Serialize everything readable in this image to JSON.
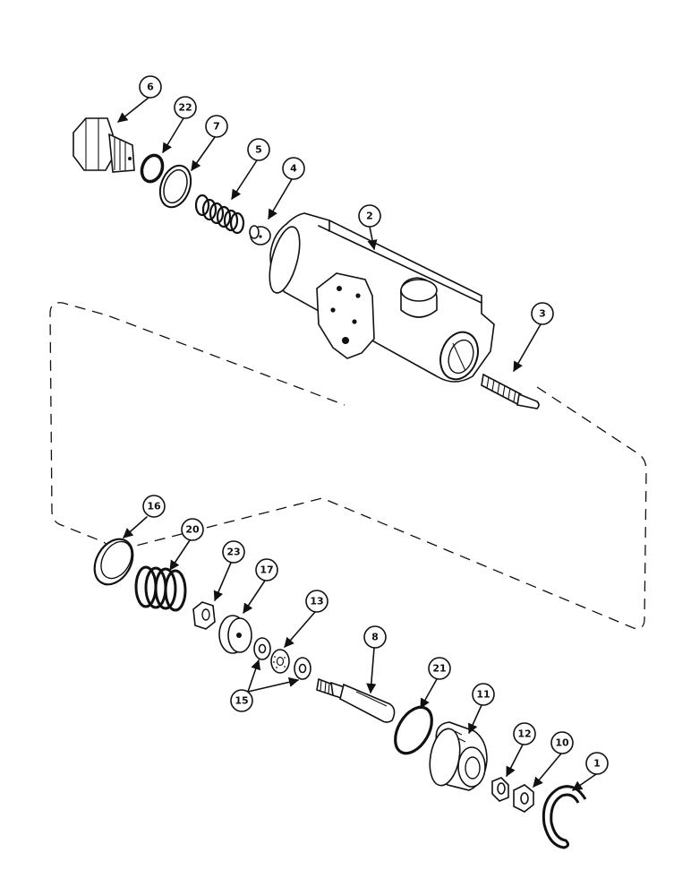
{
  "callouts": {
    "p1": "1",
    "p2": "2",
    "p3": "3",
    "p4": "4",
    "p5": "5",
    "p6": "6",
    "p7": "7",
    "p8": "8",
    "p10": "10",
    "p11": "11",
    "p12": "12",
    "p13": "13",
    "p15": "15",
    "p16": "16",
    "p17": "17",
    "p20": "20",
    "p21": "21",
    "p22": "22",
    "p23": "23"
  }
}
